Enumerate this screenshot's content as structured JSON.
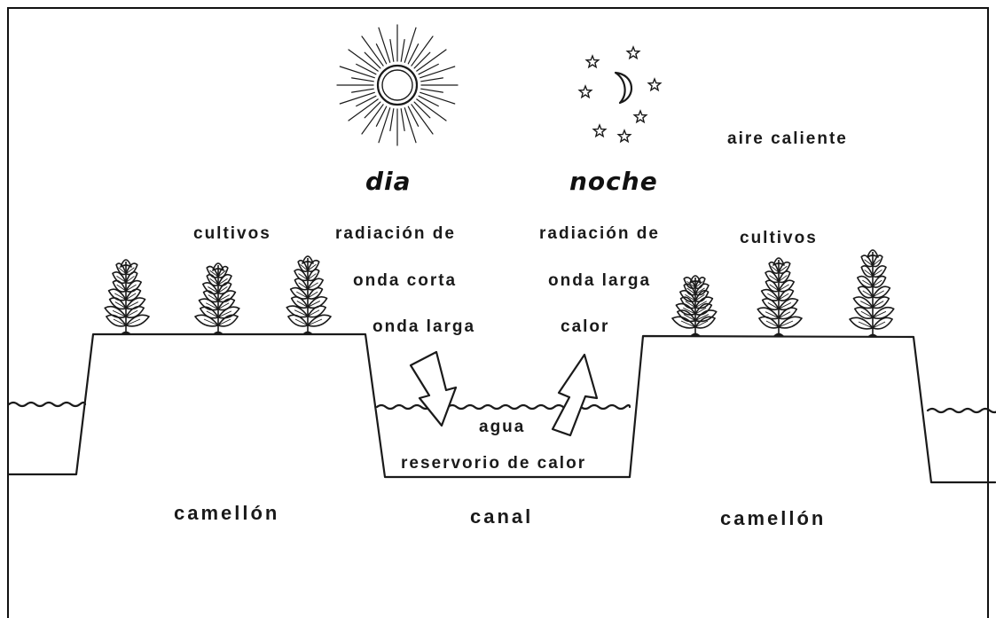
{
  "labels": {
    "dia": "dia",
    "noche": "noche",
    "aire_caliente": "aire caliente",
    "cultivos_left": "cultivos",
    "cultivos_right": "cultivos",
    "radiacion_day_1": "radiación de",
    "radiacion_day_2": "onda corta",
    "radiacion_day_3": "onda larga",
    "radiacion_night_1": "radiación de",
    "radiacion_night_2": "onda larga",
    "radiacion_night_3": "calor",
    "agua": "agua",
    "reservorio": "reservorio de calor",
    "camellon_left": "camellón",
    "canal": "canal",
    "camellon_right": "camellón"
  },
  "colors": {
    "ink": "#1a1a1a",
    "background": "#ffffff"
  },
  "icons": [
    "sun-icon",
    "moon-icon",
    "star-icon",
    "plant-icon",
    "arrow-down-icon",
    "arrow-up-icon",
    "water-wave-icon"
  ]
}
